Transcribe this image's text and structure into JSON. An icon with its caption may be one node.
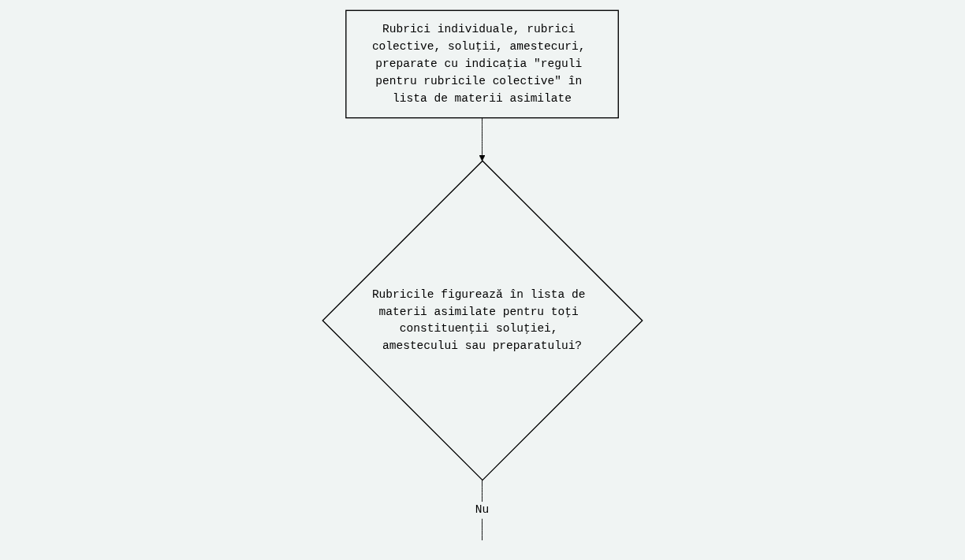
{
  "diagram": {
    "nodes": [
      {
        "text": [
          "Rubrici individuale, rubrici colective, soluţii, amestecuri, preparate cu indicaţia \"reguli pentru rubricile colective\" în lista de materii asimilate"
        ]
      },
      {
        "text": [
          "Rubricile figurează în lista de materii asimilate pentru toţi constituenţii soluţiei, amestecului sau preparatului?"
        ]
      }
    ],
    "edges": [
      {
        "from": 0,
        "to": 1,
        "arrow": "to"
      },
      {
        "from": 1,
        "to": null,
        "arrow": "none",
        "label": "Nu"
      }
    ]
  }
}
